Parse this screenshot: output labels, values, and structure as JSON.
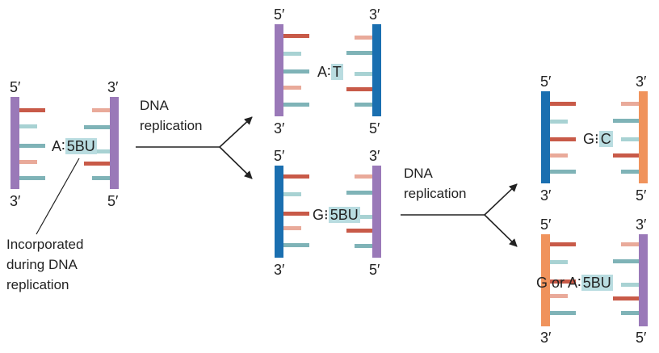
{
  "colors": {
    "purple": "#9a79b8",
    "blue": "#1a6fb0",
    "orange": "#f0935c",
    "rung_red": "#c85a48",
    "rung_teal": "#7fb3b7",
    "rung_pink": "#e9aa9a",
    "rung_lightteal": "#a8d2d3",
    "highlight": "#b9dce0"
  },
  "prime_labels": {
    "five_prime": "5′",
    "three_prime": "3′"
  },
  "strand1": {
    "pair_left": "A",
    "pair_sep": "∶",
    "pair_right": "5BU"
  },
  "annotation": {
    "line1": "Incorporated",
    "line2": "during DNA",
    "line3": "replication"
  },
  "arrows": {
    "first": {
      "line1": "DNA",
      "line2": "replication"
    },
    "second": {
      "line1": "DNA",
      "line2": "replication"
    }
  },
  "gen1_top": {
    "pair_left": "A",
    "pair_sep": "∶",
    "pair_right": "T"
  },
  "gen1_bottom": {
    "pair_left": "G",
    "pair_sep": "⁝",
    "pair_right": "5BU"
  },
  "gen2_top": {
    "pair_left": "G",
    "pair_sep": "⁝",
    "pair_right": "C"
  },
  "gen2_bottom": {
    "pair_left": "G or A",
    "pair_sep": "∶",
    "pair_right": "5BU"
  }
}
